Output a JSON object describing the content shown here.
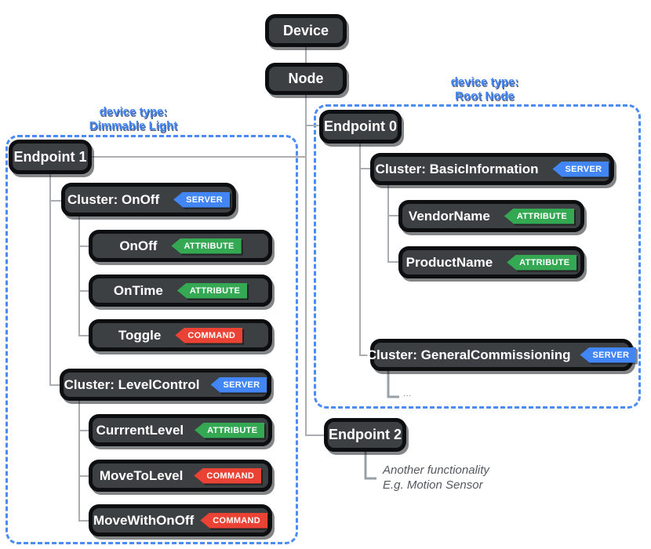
{
  "badges": {
    "server": "SERVER",
    "attribute": "ATTRIBUTE",
    "command": "COMMAND"
  },
  "colors": {
    "server_badge": "#4285f4",
    "attribute_badge": "#34a853",
    "command_badge": "#ea4335",
    "group_border": "#4b8bf5",
    "group_label": "#4285f4",
    "box_fill": "#3c4043",
    "box_border": "#0d0e10",
    "connector_line": "#aaadb2",
    "note_text": "#54585e"
  },
  "groups": {
    "dimmable_light": {
      "line1": "device type:",
      "line2": "Dimmable Light"
    },
    "root_node": {
      "line1": "device type:",
      "line2": "Root Node"
    }
  },
  "nodes": {
    "device": {
      "label": "Device"
    },
    "node": {
      "label": "Node"
    },
    "endpoint0": {
      "label": "Endpoint 0"
    },
    "endpoint1": {
      "label": "Endpoint 1"
    },
    "endpoint2": {
      "label": "Endpoint 2"
    },
    "cluster_basic_information": {
      "label": "Cluster: BasicInformation"
    },
    "vendor_name": {
      "label": "VendorName"
    },
    "product_name": {
      "label": "ProductName"
    },
    "cluster_general_commissioning": {
      "label": "Cluster: GeneralCommissioning"
    },
    "cluster_onoff": {
      "label": "Cluster: OnOff"
    },
    "onoff": {
      "label": "OnOff"
    },
    "ontime": {
      "label": "OnTime"
    },
    "toggle": {
      "label": "Toggle"
    },
    "cluster_level_control": {
      "label": "Cluster: LevelControl"
    },
    "currrent_level": {
      "label": "CurrrentLevel"
    },
    "move_to_level": {
      "label": "MoveToLevel"
    },
    "move_with_onoff": {
      "label": "MoveWithOnOff"
    }
  },
  "annotations": {
    "general_commissioning_more": "...",
    "endpoint2_note_line1": "Another functionality",
    "endpoint2_note_line2": "E.g. Motion Sensor"
  }
}
